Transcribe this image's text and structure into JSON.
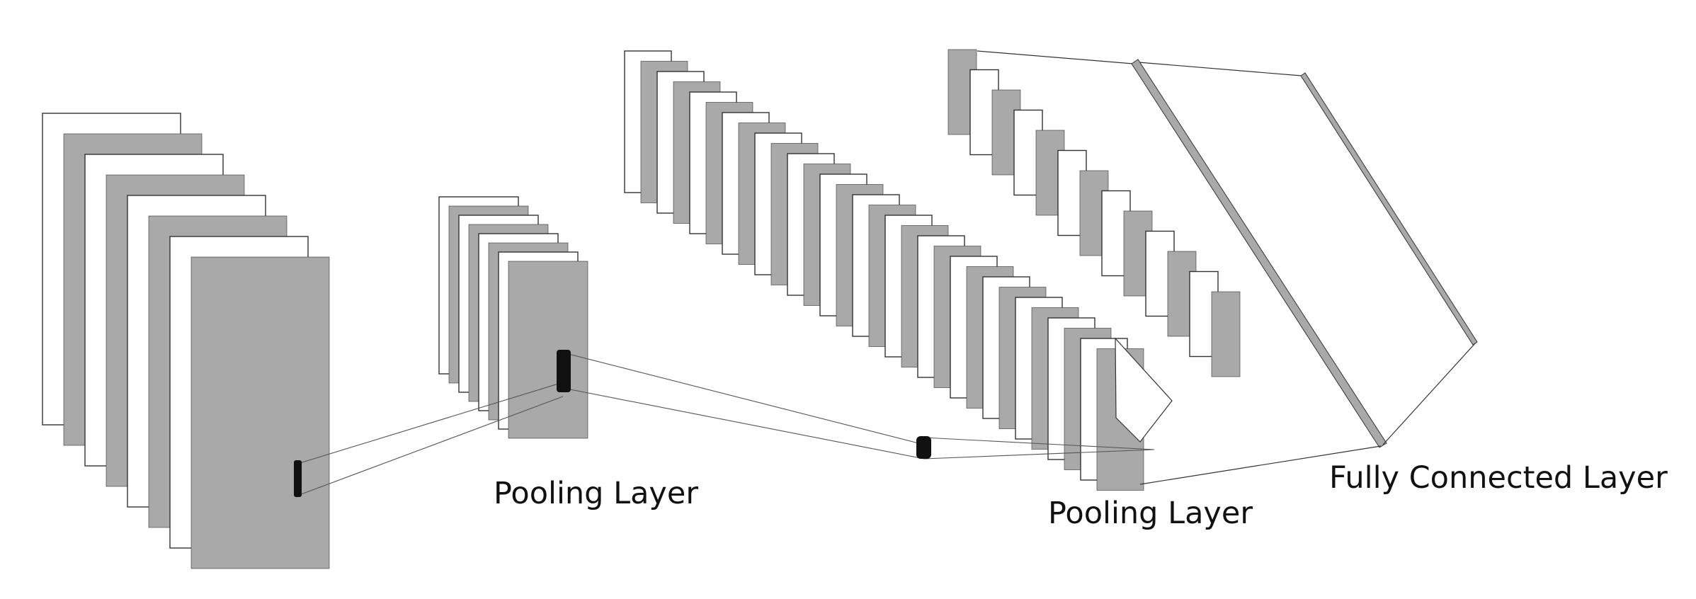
{
  "labels": {
    "pooling_layer_1": "Pooling Layer",
    "pooling_layer_2": "Pooling Layer",
    "fully_connected_layer": "Fully  Connected Layer"
  },
  "colors": {
    "gray_map": "#a9a9a9",
    "white_map": "#ffffff",
    "outline": "#333333",
    "kernel": "#111111",
    "connector": "#555555"
  }
}
